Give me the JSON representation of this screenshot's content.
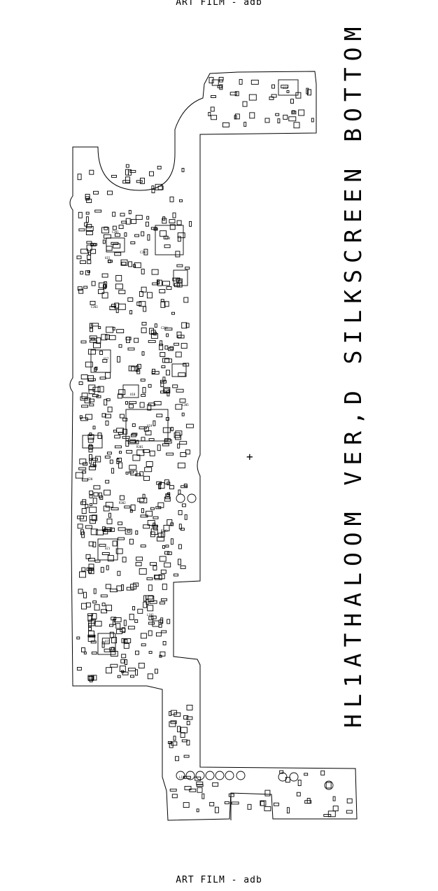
{
  "header": {
    "art_film": "ART FILM - adb"
  },
  "footer": {
    "art_film": "ART FILM - adb"
  },
  "title": "HL1ATHALOOM VER,D SILKSCREEN BOTTOM",
  "marker": "+",
  "pcb_outline_color": "#000000",
  "component_labels": [
    "U14",
    "U15",
    "U16",
    "U17",
    "U18",
    "U19",
    "U20",
    "U21",
    "U22",
    "U23",
    "C201",
    "C202",
    "C203",
    "C204",
    "C205",
    "R301",
    "R302",
    "R303",
    "L101",
    "L102"
  ]
}
